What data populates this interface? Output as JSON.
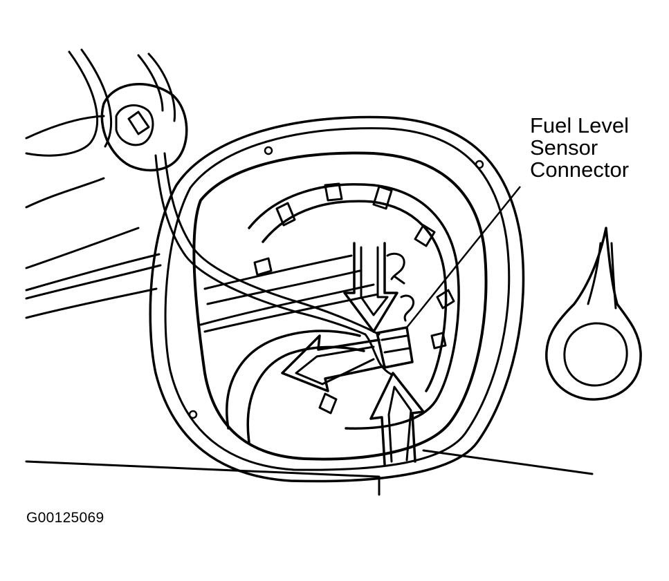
{
  "callout": {
    "line1": "Fuel Level",
    "line2": "Sensor",
    "line3": "Connector"
  },
  "figure_id": "G00125069",
  "colors": {
    "ink": "#000000",
    "paper": "#ffffff"
  }
}
